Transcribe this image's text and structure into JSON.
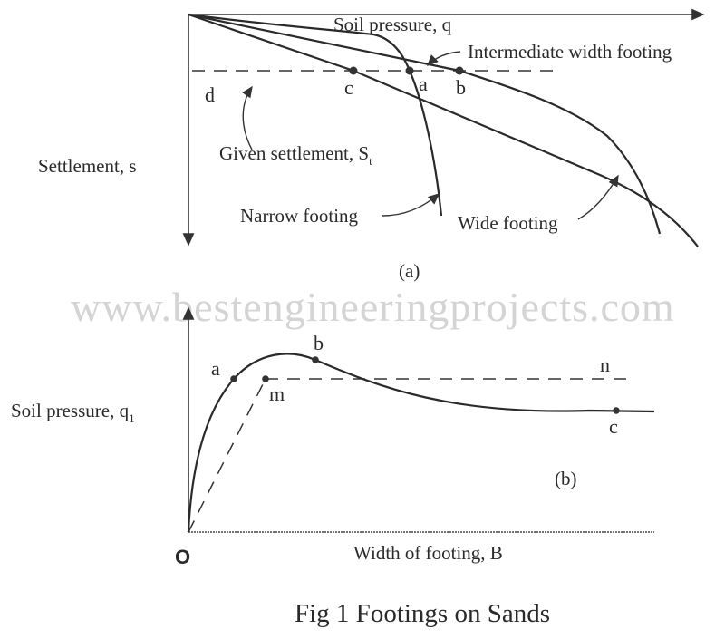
{
  "watermark": "www.bestengineeringprojects.com",
  "panel_a": {
    "x_axis_label": "Soil pressure, q",
    "y_axis_label": "Settlement, s",
    "given_settlement_label": "Given settlement, S",
    "given_settlement_subscript": "t",
    "curve_labels": {
      "intermediate": "Intermediate width footing",
      "narrow": "Narrow footing",
      "wide": "Wide footing"
    },
    "points": {
      "d": "d",
      "c": "c",
      "a": "a",
      "b": "b"
    },
    "panel_label": "(a)"
  },
  "panel_b": {
    "y_axis_label": "Soil pressure, q",
    "y_axis_subscript": "1",
    "x_axis_label": "Width of footing, B",
    "origin_label": "O",
    "points": {
      "a": "a",
      "b": "b",
      "m": "m",
      "n": "n",
      "c": "c"
    },
    "panel_label": "(b)"
  },
  "caption": "Fig 1 Footings on Sands"
}
